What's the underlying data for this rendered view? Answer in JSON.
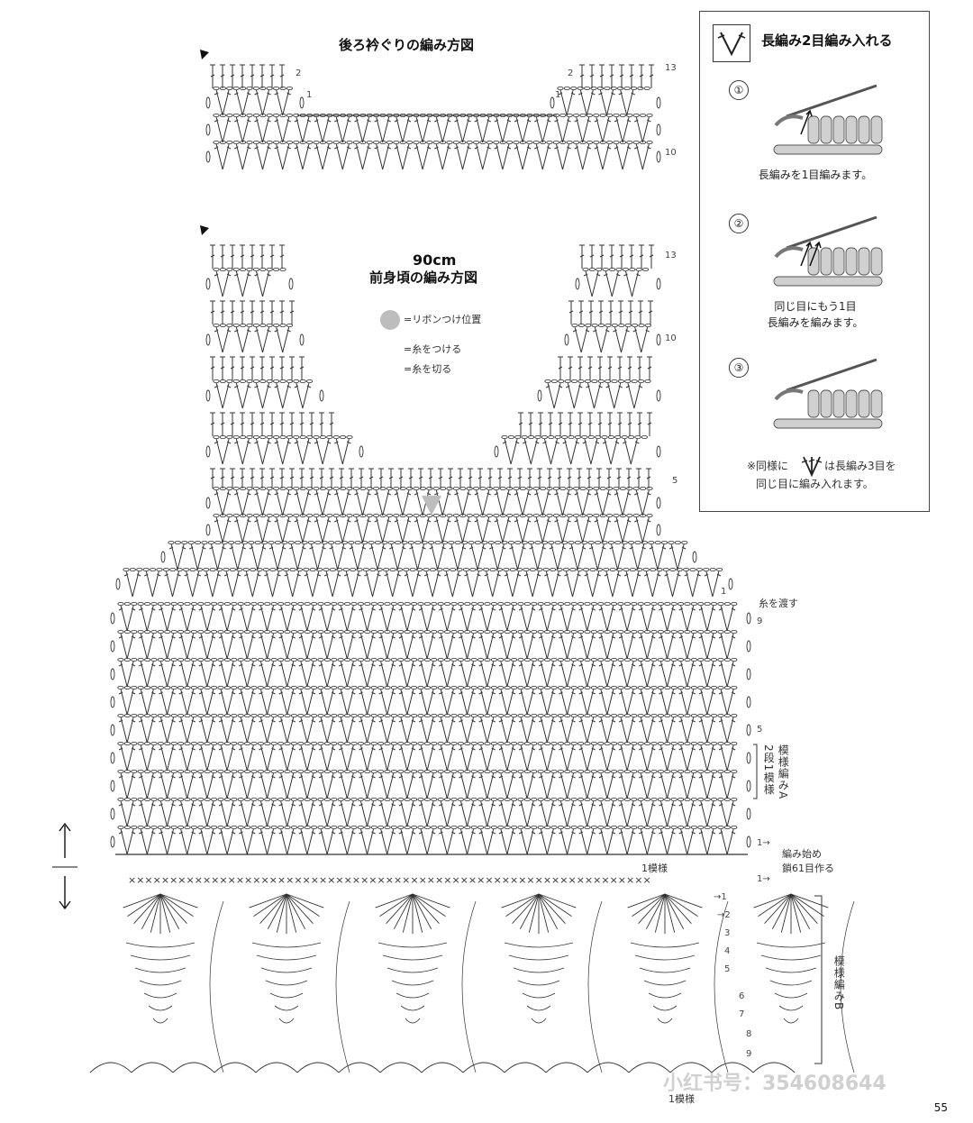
{
  "back_neck": {
    "title": "後ろ衿ぐりの編み方図",
    "row_labels": [
      "13",
      "10"
    ],
    "side_marks": [
      "2",
      "1",
      "2",
      "1"
    ]
  },
  "front": {
    "size_label": "90cm",
    "title": "前身頃の編み方図",
    "row_labels_top": [
      "13",
      "10",
      "5"
    ],
    "row_labels_main": [
      "9",
      "5"
    ],
    "row_arrow_1": "1→",
    "legend": {
      "ribbon": "=リボンつけ位置",
      "attach": "=糸をつける",
      "cut": "=糸を切る"
    },
    "pass_yarn": "糸を渡す",
    "side_mark_1": "1",
    "pattern_a": "模様編みA",
    "pattern_a_rows": "2段1模様",
    "start": "編み始め",
    "start_chain": "鎖61目作る",
    "repeat_label": "1模様"
  },
  "border": {
    "row_labels": [
      "→1",
      "→2",
      "3",
      "4",
      "5",
      "6",
      "7",
      "8",
      "9"
    ],
    "pattern_b": "模様編みB",
    "repeat_label": "1模様",
    "arrow_row1": "1→"
  },
  "panel": {
    "title": "長編み2目編み入れる",
    "steps": [
      {
        "num": "①",
        "caption": "長編みを1目編みます。"
      },
      {
        "num": "②",
        "caption": "同じ目にもう1目\n長編みを編みます。"
      },
      {
        "num": "③",
        "caption": ""
      }
    ],
    "note_line1": "※同様に",
    "note_line1b": "は長編み3目を",
    "note_line2": "同じ目に編み入れます。"
  },
  "page_number": "55",
  "watermark": "小红书号：354608644"
}
